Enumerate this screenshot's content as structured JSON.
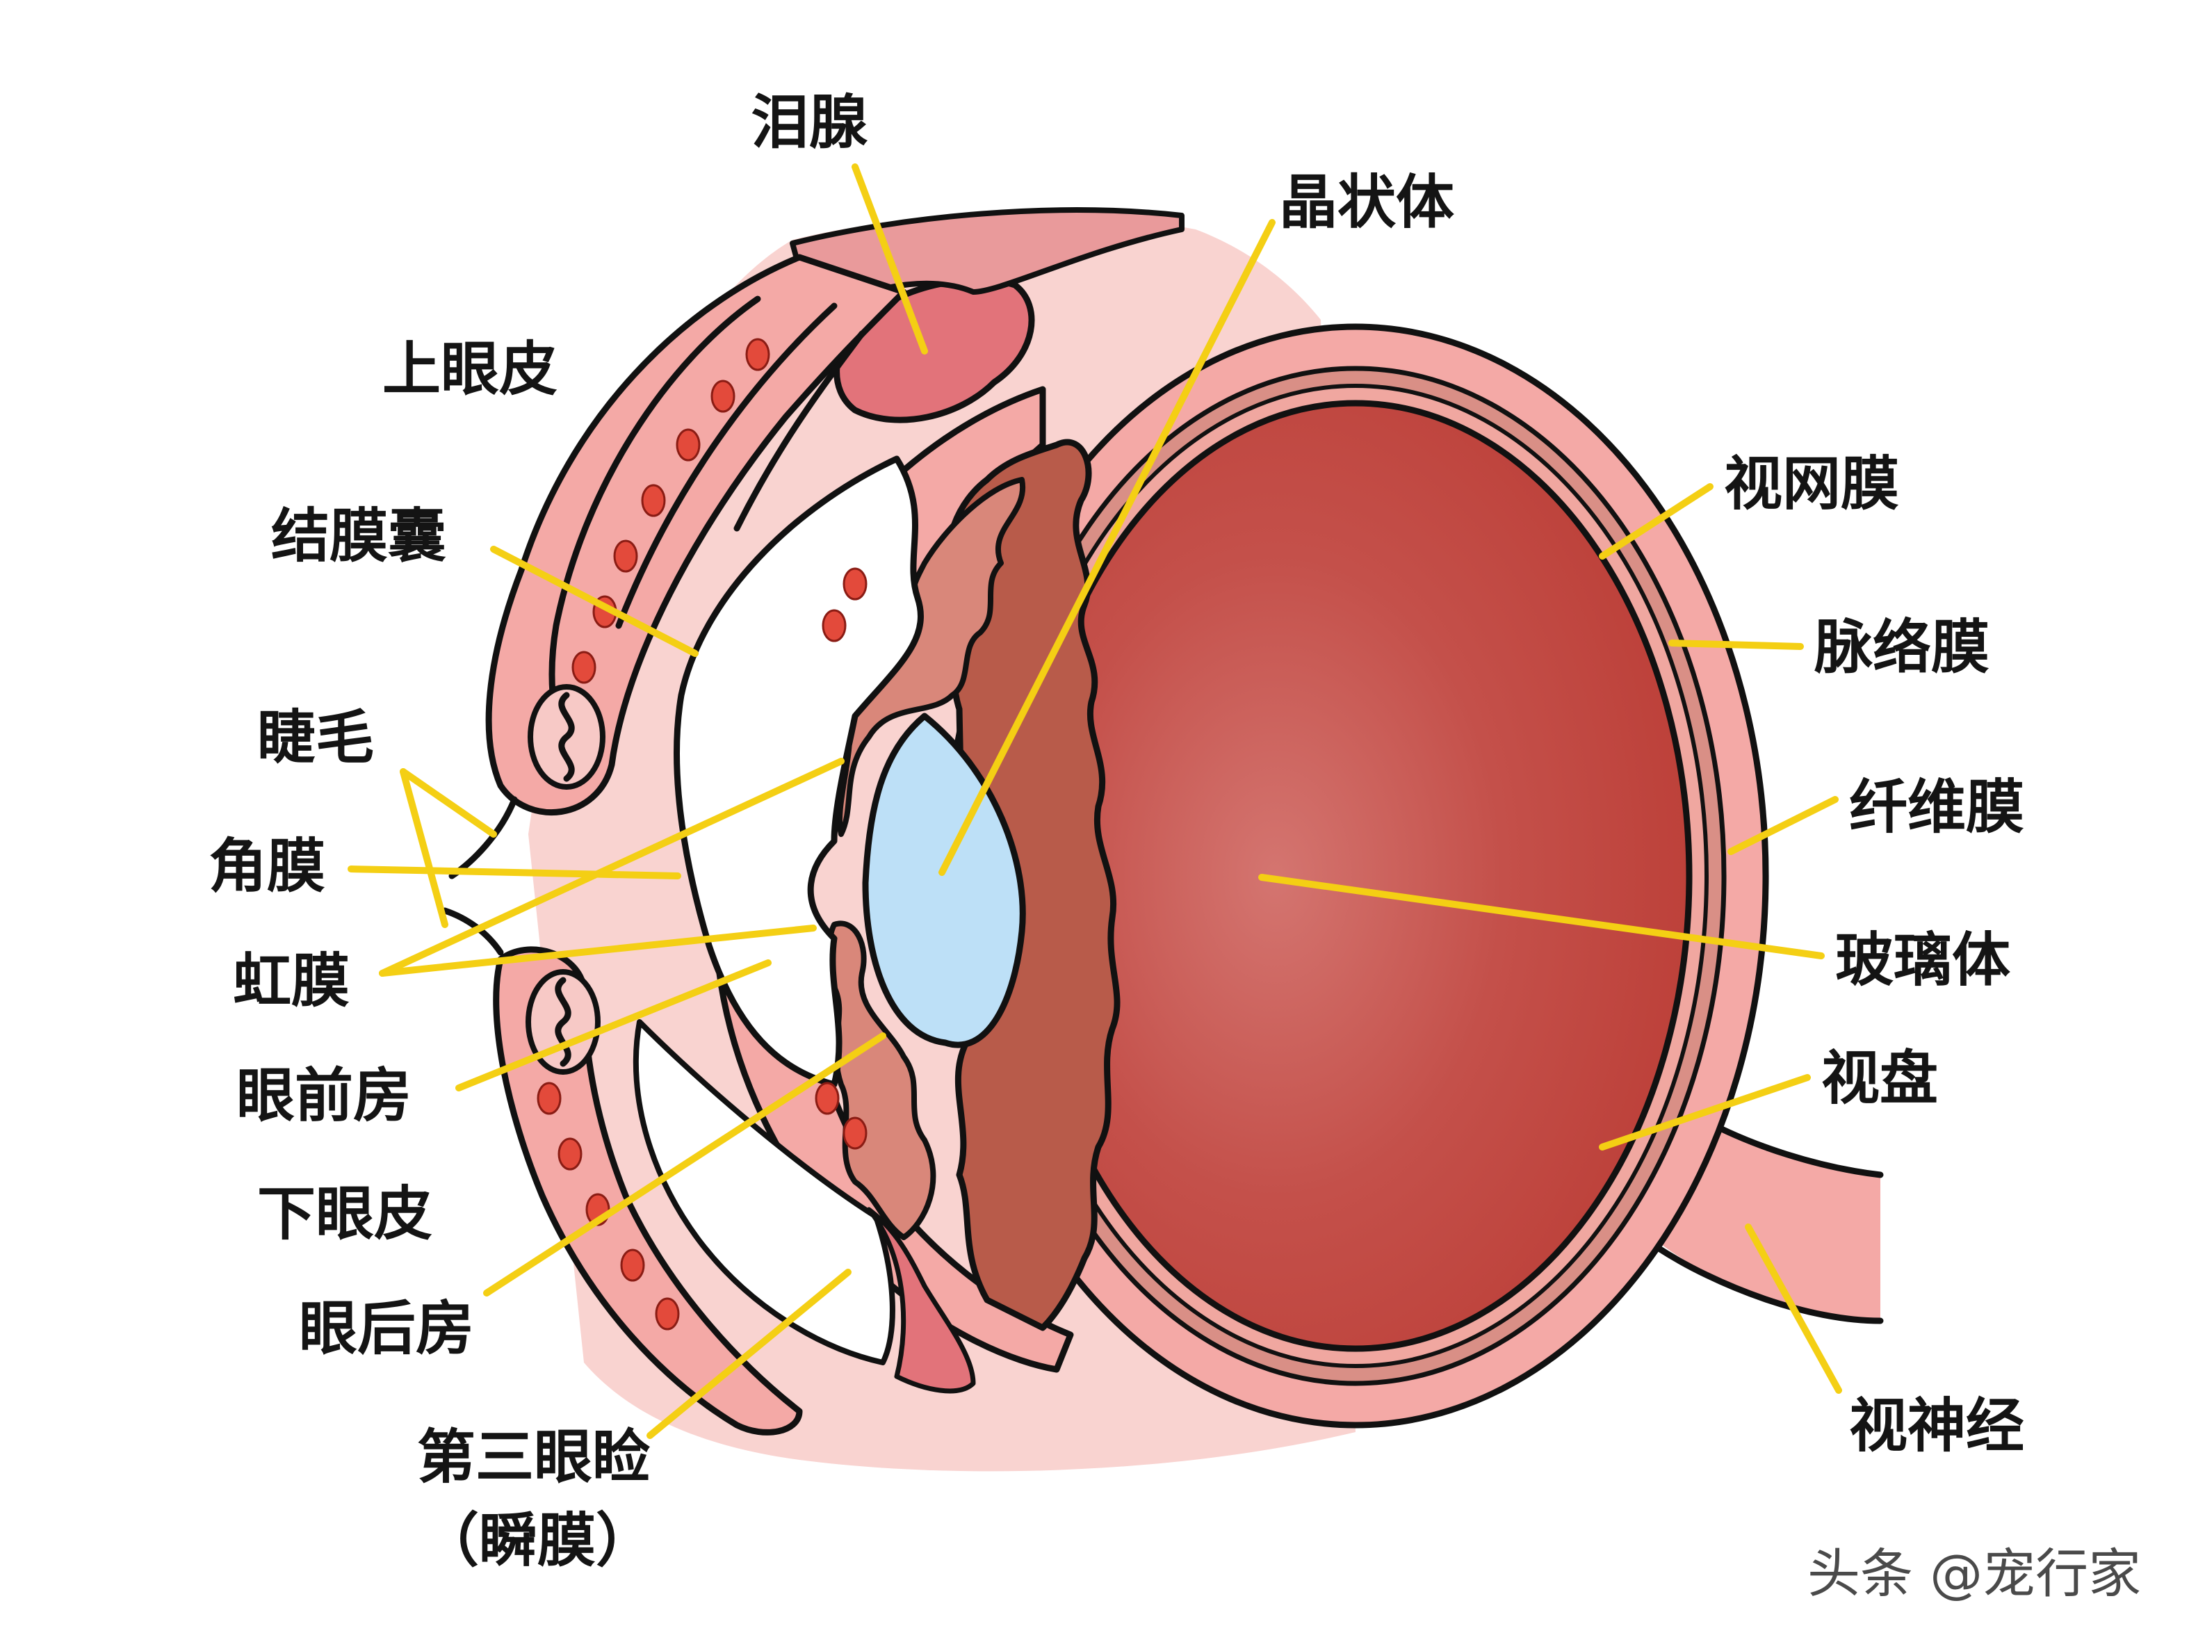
{
  "labels": {
    "lacrimal_gland": "泪腺",
    "lens": "晶状体",
    "upper_eyelid": "上眼皮",
    "conjunctival_sac": "结膜囊",
    "eyelash": "睫毛",
    "cornea": "角膜",
    "iris": "虹膜",
    "anterior_chamber": "眼前房",
    "lower_eyelid": "下眼皮",
    "posterior_chamber": "眼后房",
    "third_eyelid_line1": "第三眼睑",
    "third_eyelid_line2": "（瞬膜）",
    "retina": "视网膜",
    "choroid": "脉络膜",
    "fibrous_tunic": "纤维膜",
    "vitreous_body": "玻璃体",
    "optic_disc": "视盘",
    "optic_nerve": "视神经"
  },
  "watermark": "头条 @宠行家",
  "colors": {
    "vitreous": "#c0463f",
    "vitreous_glow": "#d06c66",
    "sclera": "#f4aaa6",
    "soft_tissue": "#f9d3d0",
    "gland": "#e2737a",
    "iris_ciliary": "#b85b4a",
    "iris_tissue": "#d9877a",
    "lens": "#bde0f7",
    "vessel": "#e34a3b",
    "leader_line": "#f4cf14",
    "outline": "#111111",
    "text": "#141414"
  }
}
